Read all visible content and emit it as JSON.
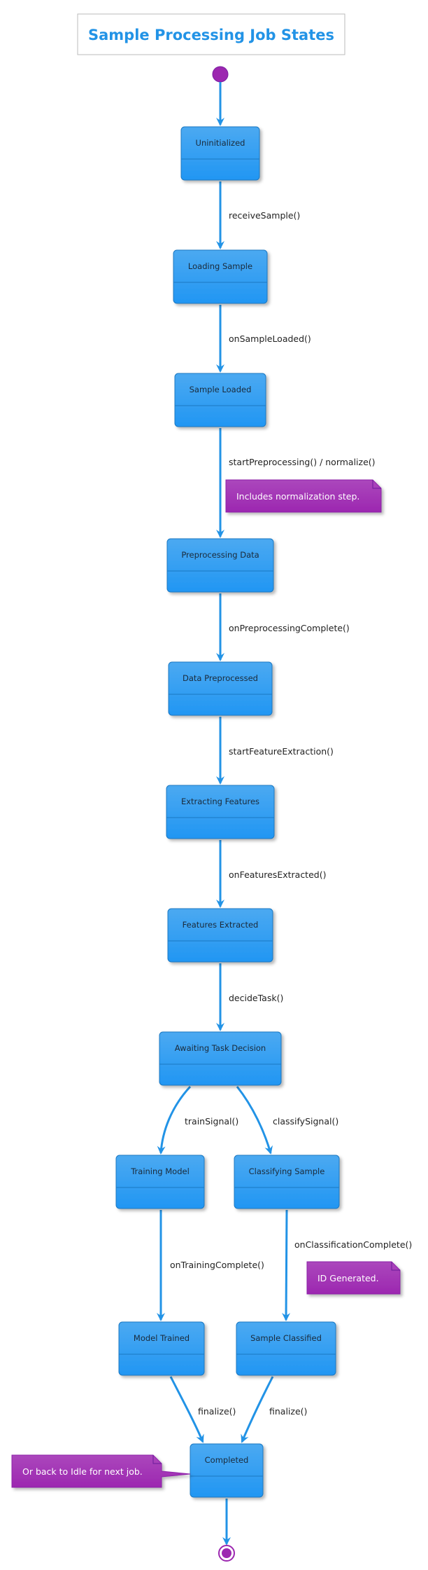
{
  "title": "Sample Processing Job States",
  "states": {
    "uninitialized": "Uninitialized",
    "loading_sample": "Loading Sample",
    "sample_loaded": "Sample Loaded",
    "preprocessing_data": "Preprocessing Data",
    "data_preprocessed": "Data Preprocessed",
    "extracting_features": "Extracting Features",
    "features_extracted": "Features Extracted",
    "awaiting_task_decision": "Awaiting Task Decision",
    "training_model": "Training Model",
    "classifying_sample": "Classifying Sample",
    "model_trained": "Model Trained",
    "sample_classified": "Sample Classified",
    "completed": "Completed"
  },
  "transitions": {
    "receive_sample": "receiveSample()",
    "on_sample_loaded": "onSampleLoaded()",
    "start_preprocessing": "startPreprocessing() / normalize()",
    "on_preprocessing_complete": "onPreprocessingComplete()",
    "start_feature_extraction": "startFeatureExtraction()",
    "on_features_extracted": "onFeaturesExtracted()",
    "decide_task": "decideTask()",
    "train_signal": "trainSignal()",
    "classify_signal": "classifySignal()",
    "on_training_complete": "onTrainingComplete()",
    "on_classification_complete": "onClassificationComplete()",
    "finalize_left": "finalize()",
    "finalize_right": "finalize()"
  },
  "notes": {
    "normalization": "Includes normalization step.",
    "id_generated": "ID Generated.",
    "back_to_idle": "Or back to Idle for next job."
  },
  "colors": {
    "state_fill_top": "#4aaaf2",
    "state_fill_bottom": "#2196f3",
    "state_stroke": "#1a78c2",
    "edge": "#2293e6",
    "note_fill": "#a33cbf",
    "initial_node": "#9c27b0",
    "title": "#2293e6"
  }
}
